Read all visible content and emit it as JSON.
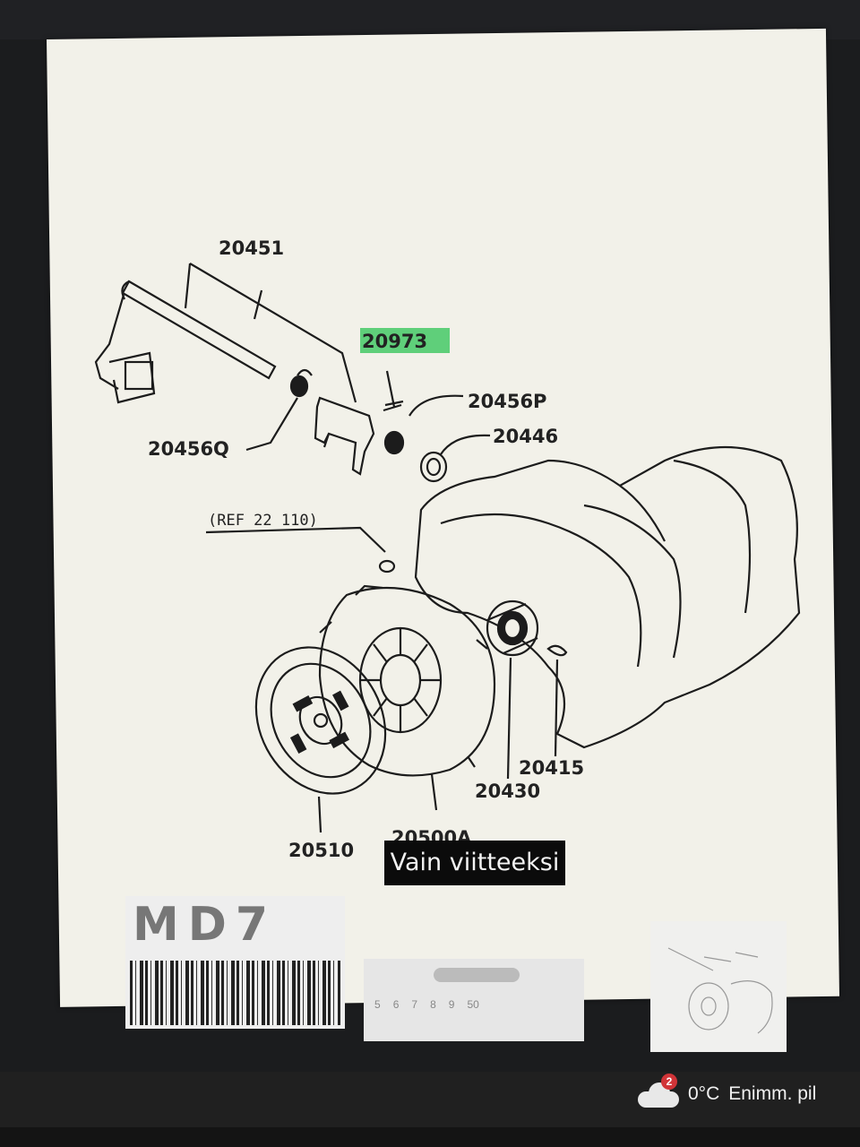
{
  "diagram": {
    "labels": {
      "shaft": "20451",
      "bolt_highlighted": "20973",
      "bush_p": "20456P",
      "bush_q": "20456Q",
      "seal": "20446",
      "ref": "(REF 22 110)",
      "clip": "20415",
      "bearing": "20430",
      "disc": "20510",
      "cover": "20500A"
    },
    "highlight_color": "#5fcf7a"
  },
  "tooltip": {
    "text": "Vain viitteeksi"
  },
  "thumbnails": {
    "barcode_text": "MD7",
    "ruler_numbers": [
      "5",
      "6",
      "7",
      "8",
      "9",
      "50"
    ]
  },
  "taskbar": {
    "weather_badge": "2",
    "temperature": "0°C",
    "forecast": "Enimm. pil"
  }
}
